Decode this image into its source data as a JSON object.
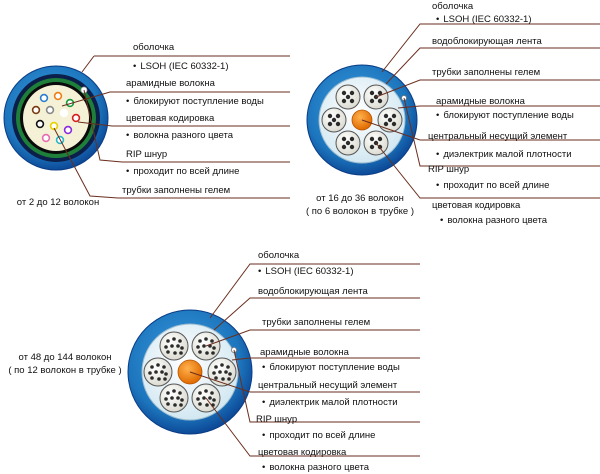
{
  "colors": {
    "jacket": "#1d76bd",
    "jacket_dark": "#0a3c86",
    "leader": "#6b2e1e",
    "tube_fill": "#f2efdc",
    "aramid": "#d7ebf4",
    "center_member": "#f07e14",
    "tape_green": "#1e7f3a"
  },
  "cable1": {
    "caption": "от 2 до 12 волокон",
    "labels": {
      "jacket": "оболочка",
      "jacket_sub": "LSOH (IEC 60332-1)",
      "aramid": "арамидные волокна",
      "aramid_sub": "блокируют поступление воды",
      "color": "цветовая кодировка",
      "color_sub": "волокна разного цвета",
      "rip": "RIP шнур",
      "rip_sub": "проходит по всей длине",
      "gel": "трубки заполнены гелем"
    }
  },
  "cable2": {
    "caption_line1": "от 16 до 36 волокон",
    "caption_line2": "( по 6 волокон в трубке )",
    "labels": {
      "jacket": "оболочка",
      "jacket_sub": "LSOH (IEC 60332-1)",
      "tape": "водоблокирующая лента",
      "gel": "трубки заполнены гелем",
      "aramid": "арамидные волокна",
      "aramid_sub": "блокируют поступление воды",
      "center": "центральный несущий элемент",
      "center_sub": "диэлектрик малой плотности",
      "rip": "RIP шнур",
      "rip_sub": "проходит по всей длине",
      "color": "цветовая кодировка",
      "color_sub": "волокна разного цвета"
    }
  },
  "cable3": {
    "caption_line1": "от 48 до 144 волокон",
    "caption_line2": "( по 12 волокон в трубке )",
    "labels": {
      "jacket": "оболочка",
      "jacket_sub": "LSOH (IEC 60332-1)",
      "tape": "водоблокирующая лента",
      "gel": "трубки заполнены гелем",
      "aramid": "арамидные волокна",
      "aramid_sub": "блокируют поступление воды",
      "center": "центральный несущий элемент",
      "center_sub": "диэлектрик малой плотности",
      "rip": "RIP шнур",
      "rip_sub": "проходит по всей длине",
      "color": "цветовая кодировка",
      "color_sub": "волокна разного цвета"
    }
  }
}
